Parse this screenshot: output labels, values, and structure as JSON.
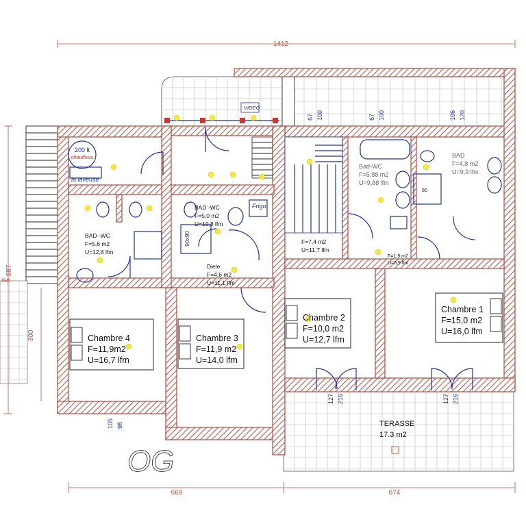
{
  "floor_label": "OG",
  "dimensions": {
    "top_total": "1412",
    "left_total": "887",
    "left_partial": "300",
    "bottom_left": "669",
    "bottom_right": "674",
    "left_edge_label": "ise"
  },
  "rooms": {
    "chauffeau": {
      "line1": "200 lt",
      "line2": "chauffeau"
    },
    "laveuse": {
      "name": "la laveuse"
    },
    "bad_wc_left": {
      "name": "BAD -WC",
      "area": "F=5,6 m2",
      "perimeter": "U=12,8 lfm"
    },
    "bad_wc_mid": {
      "name": "BAD -WC",
      "area": "F=5,0 m2",
      "perimeter": "U=10,8 lfm"
    },
    "frigo": {
      "name": "Frigo"
    },
    "shower": {
      "name": "90x90"
    },
    "diele": {
      "name": "Diele",
      "area": "F=4,6 m2",
      "perimeter": "U=11,1 lfm"
    },
    "stair_hall": {
      "area": "F=7,4 m2",
      "perimeter": "U=11,7 lfm"
    },
    "bad_wc_right": {
      "name": "Bad-WC",
      "area": "F=5,88 m2",
      "perimeter": "U=9,88 lfm"
    },
    "bad": {
      "name": "BAD",
      "area": "F=4,8 m2",
      "perimeter": "U=9,9 lfm"
    },
    "small_room": {
      "area": "F=1,9 m2",
      "perimeter": "U=5,9 lfm"
    },
    "chambre1": {
      "name": "Chambre 1",
      "area": "F=15,0 m2",
      "perimeter": "U=16,0 lfm"
    },
    "chambre2": {
      "name": "Chambre 2",
      "area": "F=10,0 m2",
      "perimeter": "U=12,7 lfm"
    },
    "chambre3": {
      "name": "Chambre 3",
      "area": "F=11,9 m2",
      "perimeter": "U=14,0 lfm"
    },
    "chambre4": {
      "name": "Chambre 4",
      "area": "F=11,9m2",
      "perimeter": "U=16,7 lfm"
    },
    "terrasse": {
      "name": "TERASSE",
      "area": "17.3 m2"
    },
    "video": {
      "name": "VIDEO"
    },
    "shower_label": {
      "name": "80"
    }
  },
  "window_labels": {
    "top_stair": [
      "67",
      "100"
    ],
    "top_bad_wc": [
      "67",
      "100"
    ],
    "top_bad": [
      "106",
      "120"
    ],
    "bottom_ch4": [
      "105",
      "98"
    ],
    "terrace_left": [
      "127",
      "216"
    ],
    "terrace_right": [
      "127",
      "216"
    ]
  },
  "colors": {
    "wall": "#b54a3c",
    "dimension": "#d04a3a",
    "symbol_blue": "#1a2fb8",
    "marker_yellow": "#f4ea3a"
  }
}
